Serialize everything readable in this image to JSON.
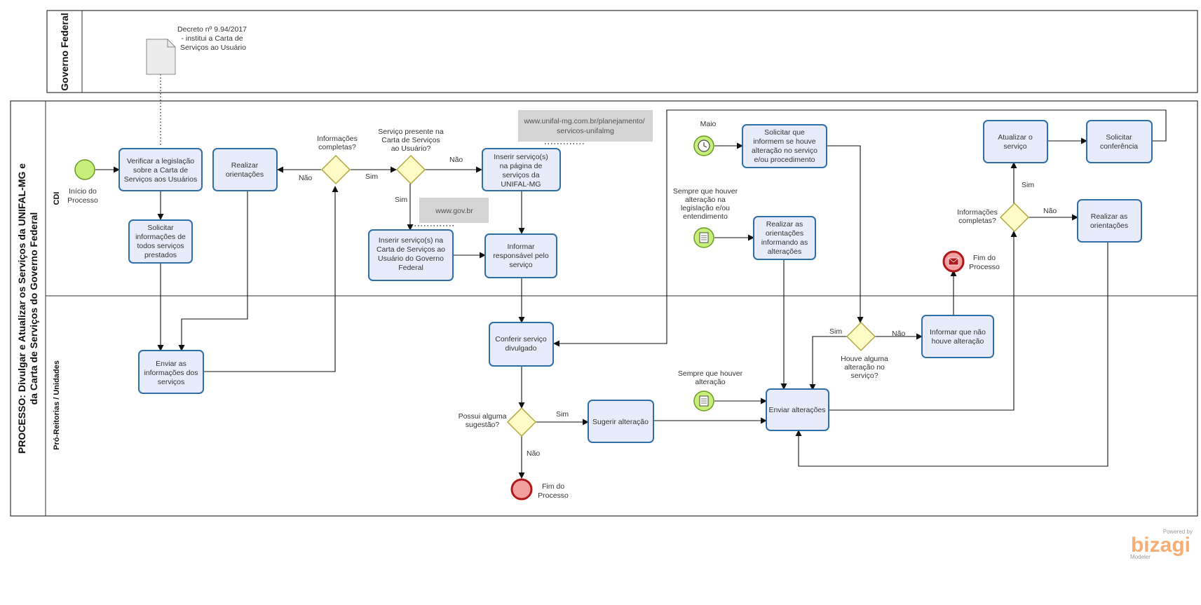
{
  "pools": {
    "top": {
      "title": "Governo Federal"
    },
    "main": {
      "title_line1": "PROCESSO: Divulgar e Atualizar os Serviços da UNIFAL-MG e",
      "title_line2": "da Carta de Serviços do Governo Federal"
    }
  },
  "lanes": {
    "cdi": "CDI",
    "pro": "Pró-Reitorias / Unidades"
  },
  "document": {
    "lines": [
      "Decreto nº 9.94/2017",
      "- institui a Carta de",
      "Serviços ao Usuário"
    ]
  },
  "tasks": {
    "verificar": [
      "Verificar a legislação",
      "sobre a Carta de",
      "Serviços aos Usuários"
    ],
    "solicitar_info": [
      "Solicitar",
      "informações de",
      "todos serviços",
      "prestados"
    ],
    "enviar_info": [
      "Enviar as",
      "informações dos",
      "serviços"
    ],
    "realizar_orient1": [
      "Realizar",
      "orientações"
    ],
    "inserir_pagina": [
      "Inserir serviço(s)",
      "na página de",
      "serviços da",
      "UNIFAL-MG"
    ],
    "inserir_carta": [
      "Inserir serviço(s) na",
      "Carta de Serviços ao",
      "Usuário do Governo",
      "Federal"
    ],
    "informar_resp": [
      "Informar",
      "responsável pelo",
      "serviço"
    ],
    "conferir": [
      "Conferir serviço",
      "divulgado"
    ],
    "sugerir": [
      "Sugerir alteração"
    ],
    "solicitar_inform": [
      "Solicitar  que",
      "informem se houve",
      "alteração no serviço",
      "e/ou procedimento"
    ],
    "realizar_orient_inf": [
      "Realizar as",
      "orientações",
      "informando as",
      "alterações"
    ],
    "enviar_alt": [
      "Enviar alterações"
    ],
    "informar_nao": [
      "Informar que não",
      "houve alteração"
    ],
    "atualizar": [
      "Atualizar o",
      "serviço"
    ],
    "solicitar_conf": [
      "Solicitar",
      "conferência"
    ],
    "realizar_orient2": [
      "Realizar as",
      "orientações"
    ]
  },
  "events": {
    "inicio": [
      "Início do",
      "Processo"
    ],
    "fim1": [
      "Fim do",
      "Processo"
    ],
    "fim2": [
      "Fim do",
      "Processo"
    ],
    "maio": [
      "Maio"
    ],
    "cond1": [
      "Sempre que houver",
      "alteração na",
      "legislação e/ou",
      "entendimento"
    ],
    "cond2": [
      "Sempre que houver",
      "alteração"
    ]
  },
  "gateways": {
    "info_completas1": [
      "Informações",
      "completas?"
    ],
    "servico_presente": [
      "Serviço presente na",
      "Carta de Serviços",
      "ao Usuário?"
    ],
    "possui_sugestao": [
      "Possui alguma",
      "sugestão?"
    ],
    "houve_alteracao": [
      "Houve alguma",
      "alteração no",
      "serviço?"
    ],
    "info_completas2": [
      "Informações",
      "completas?"
    ]
  },
  "flow_labels": {
    "sim": "Sim",
    "nao": "Não"
  },
  "annotations": {
    "url1": [
      "www.unifal-mg.com.br/planejamento/",
      "servicos-unifalmg"
    ],
    "url2": [
      "www.gov.br"
    ]
  },
  "watermark": {
    "powered": "Powered by",
    "brand": "bizagi",
    "product": "Modeler"
  },
  "colors": {
    "task_fill": "#e8ecfa",
    "task_stroke": "#2f6fa8",
    "gateway_fill": "#fefbc6",
    "start_fill": "#c5ef7a",
    "end_fill": "#f2a0a0",
    "end_stroke": "#b01919",
    "brand": "#f5a05e"
  }
}
